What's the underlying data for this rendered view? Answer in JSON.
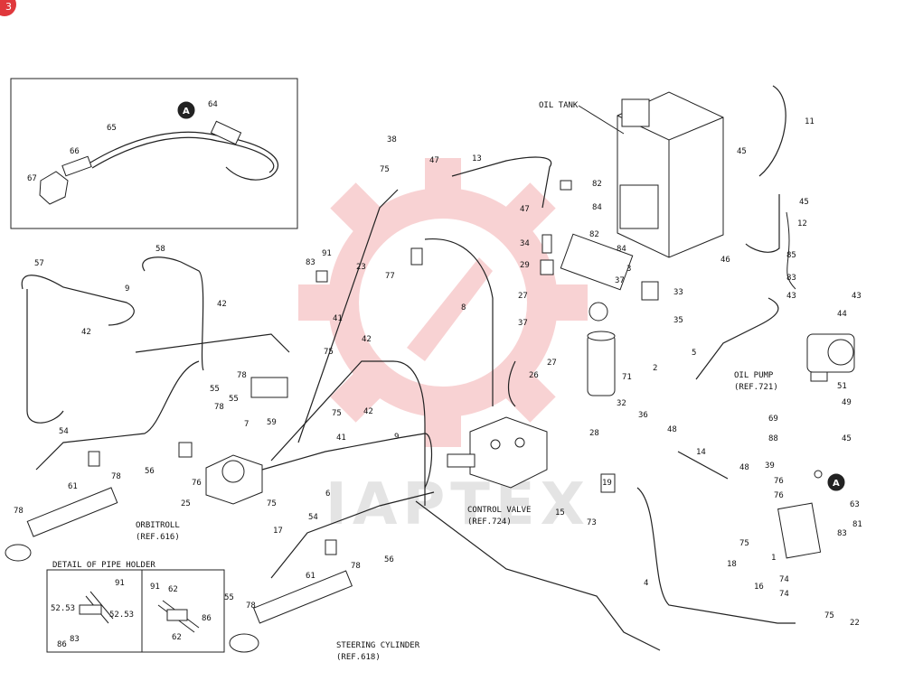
{
  "badge": "3",
  "watermark": {
    "text": "IAPTEX",
    "color": "#e0383c"
  },
  "labels": {
    "oil_tank": "OIL TANK",
    "oil_pump": "OIL PUMP",
    "oil_pump_ref": "(REF.721)",
    "orbitroll": "ORBITROLL",
    "orbitroll_ref": "(REF.616)",
    "control_valve": "CONTROL VALVE",
    "control_valve_ref": "(REF.724)",
    "steering_cylinder": "STEERING CYLINDER",
    "steering_cylinder_ref": "(REF.618)",
    "pipe_holder": "DETAIL OF PIPE HOLDER",
    "marker_a": "A"
  },
  "callouts": [
    "64",
    "65",
    "66",
    "67",
    "38",
    "75",
    "47",
    "13",
    "11",
    "82",
    "47",
    "84",
    "34",
    "82",
    "84",
    "45",
    "45",
    "12",
    "46",
    "3",
    "29",
    "57",
    "58",
    "9",
    "83",
    "91",
    "23",
    "77",
    "8",
    "27",
    "37",
    "33",
    "37",
    "35",
    "85",
    "83",
    "43",
    "43",
    "44",
    "42",
    "42",
    "41",
    "75",
    "42",
    "26",
    "27",
    "71",
    "2",
    "5",
    "51",
    "49",
    "69",
    "45",
    "88",
    "78",
    "55",
    "55",
    "78",
    "59",
    "32",
    "36",
    "28",
    "48",
    "14",
    "48",
    "39",
    "76",
    "41",
    "75",
    "42",
    "9",
    "54",
    "56",
    "78",
    "61",
    "7",
    "76",
    "25",
    "19",
    "15",
    "73",
    "76",
    "63",
    "17",
    "75",
    "6",
    "54",
    "56",
    "78",
    "61",
    "18",
    "75",
    "81",
    "83",
    "74",
    "16",
    "74",
    "4",
    "75",
    "22",
    "55",
    "78",
    "91",
    "52.53",
    "52.53",
    "91",
    "62",
    "86",
    "83",
    "62",
    "86",
    "78",
    "1"
  ]
}
